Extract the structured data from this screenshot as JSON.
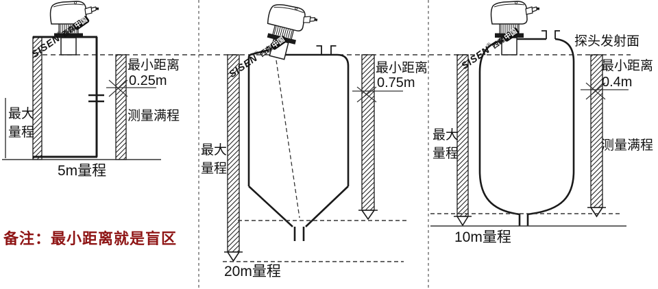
{
  "watermark": {
    "brand": "SISEN",
    "registered": "®",
    "suffix": "西森",
    "boxed": "中国"
  },
  "note": {
    "label": "备注：最小距离就是盲区"
  },
  "panels": {
    "p1": {
      "range": "5m量程",
      "min_dist_label": "最小距离",
      "min_dist_value": "0.25m",
      "full_scale": "测量满程",
      "max_range_l1": "最大",
      "max_range_l2": "量程"
    },
    "p2": {
      "range": "20m量程",
      "min_dist_label": "最小距离",
      "min_dist_value": "0.75m",
      "max_range_l1": "最大",
      "max_range_l2": "量程"
    },
    "p3": {
      "range": "10m量程",
      "min_dist_label": "最小距离",
      "min_dist_value": "0.4m",
      "full_scale": "测量满程",
      "max_range_l1": "最大",
      "max_range_l2": "量程",
      "probe_face": "探头发射面"
    }
  },
  "colors": {
    "line": "#1a1a1a",
    "divider": "#999999",
    "note_red": "#8e1414"
  }
}
